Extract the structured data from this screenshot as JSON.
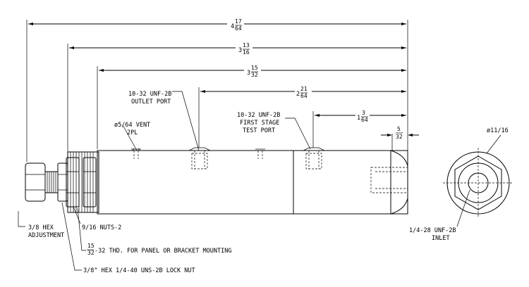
{
  "dimensions": {
    "d1": {
      "whole": "4",
      "num": "17",
      "den": "64"
    },
    "d2": {
      "whole": "3",
      "num": "13",
      "den": "16"
    },
    "d3": {
      "whole": "3",
      "num": "15",
      "den": "32"
    },
    "d4": {
      "whole": "2",
      "num": "21",
      "den": "64"
    },
    "d5": {
      "whole": "1",
      "num": "3",
      "den": "64"
    },
    "d6": {
      "whole": "",
      "num": "5",
      "den": "32"
    }
  },
  "callouts": {
    "outlet_port_line1": "10-32 UNF-2B",
    "outlet_port_line2": "OUTLET PORT",
    "vent_line1": "ø5/64 VENT",
    "vent_line2": "2PL",
    "test_port_line1": "10-32 UNF-2B",
    "test_port_line2": "FIRST STAGE",
    "test_port_line3": "TEST PORT",
    "end_diameter": "ø11/16",
    "inlet_line1": "1/4-28 UNF-2B",
    "inlet_line2": "INLET",
    "hex_adj_line1": "3/8 HEX",
    "hex_adj_line2": "ADJUSTMENT",
    "nuts": "9/16 NUTS-2",
    "thread_num": "15",
    "thread_den": "32",
    "thread_text": "-32 THD. FOR PANEL OR BRACKET MOUNTING",
    "lock_nut": "3/8\" HEX 1/4-40 UNS-2B LOCK NUT"
  }
}
